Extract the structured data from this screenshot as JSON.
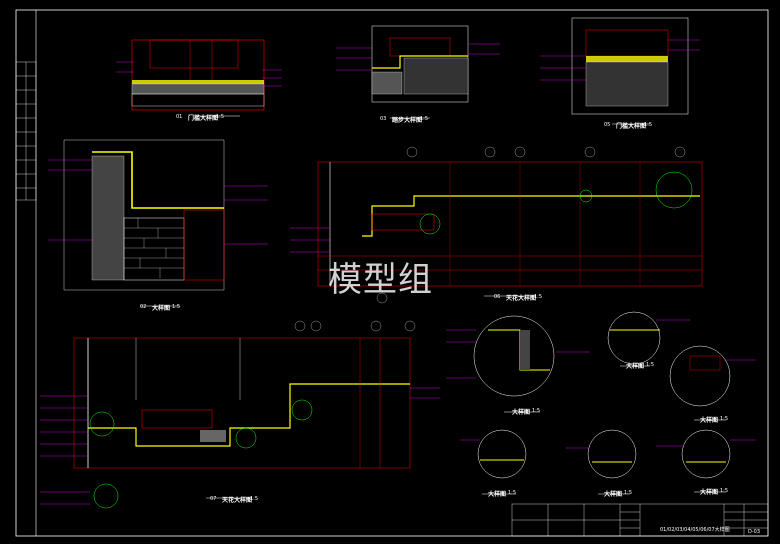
{
  "watermark": "模型组",
  "details": [
    {
      "id": "d1",
      "num": "01",
      "title": "门槛大样图",
      "scale": "1:5"
    },
    {
      "id": "d2",
      "num": "03",
      "title": "踏步大样图",
      "scale": "1:5"
    },
    {
      "id": "d3",
      "num": "05",
      "title": "门槛大样图",
      "scale": "1:5"
    },
    {
      "id": "d4",
      "num": "02",
      "title": "大样图",
      "scale": "1:5"
    },
    {
      "id": "d5",
      "num": "06",
      "title": "天花大样图",
      "scale": "1:5"
    },
    {
      "id": "d6",
      "num": "07",
      "title": "天花大样图",
      "scale": "1:5"
    },
    {
      "id": "d7",
      "num": "",
      "title": "大样图",
      "scale": "1:5"
    },
    {
      "id": "d8",
      "num": "",
      "title": "大样图",
      "scale": "1:5"
    },
    {
      "id": "d9",
      "num": "",
      "title": "大样图",
      "scale": "1:5"
    },
    {
      "id": "d10",
      "num": "",
      "title": "大样图",
      "scale": "1:5"
    },
    {
      "id": "d11",
      "num": "",
      "title": "大样图",
      "scale": "1:5"
    },
    {
      "id": "d12",
      "num": "",
      "title": "大样图",
      "scale": "1:5"
    }
  ],
  "title_block": {
    "drawing_title": "01/02/03/04/05/06/07大样图",
    "sheet_no": "D-03"
  },
  "colors": {
    "background": "#000000",
    "frame": "#ffffff",
    "outline": "#ff0000",
    "fill": "#ffff00",
    "leader": "#ff00ff",
    "bubble": "#00ff00"
  }
}
